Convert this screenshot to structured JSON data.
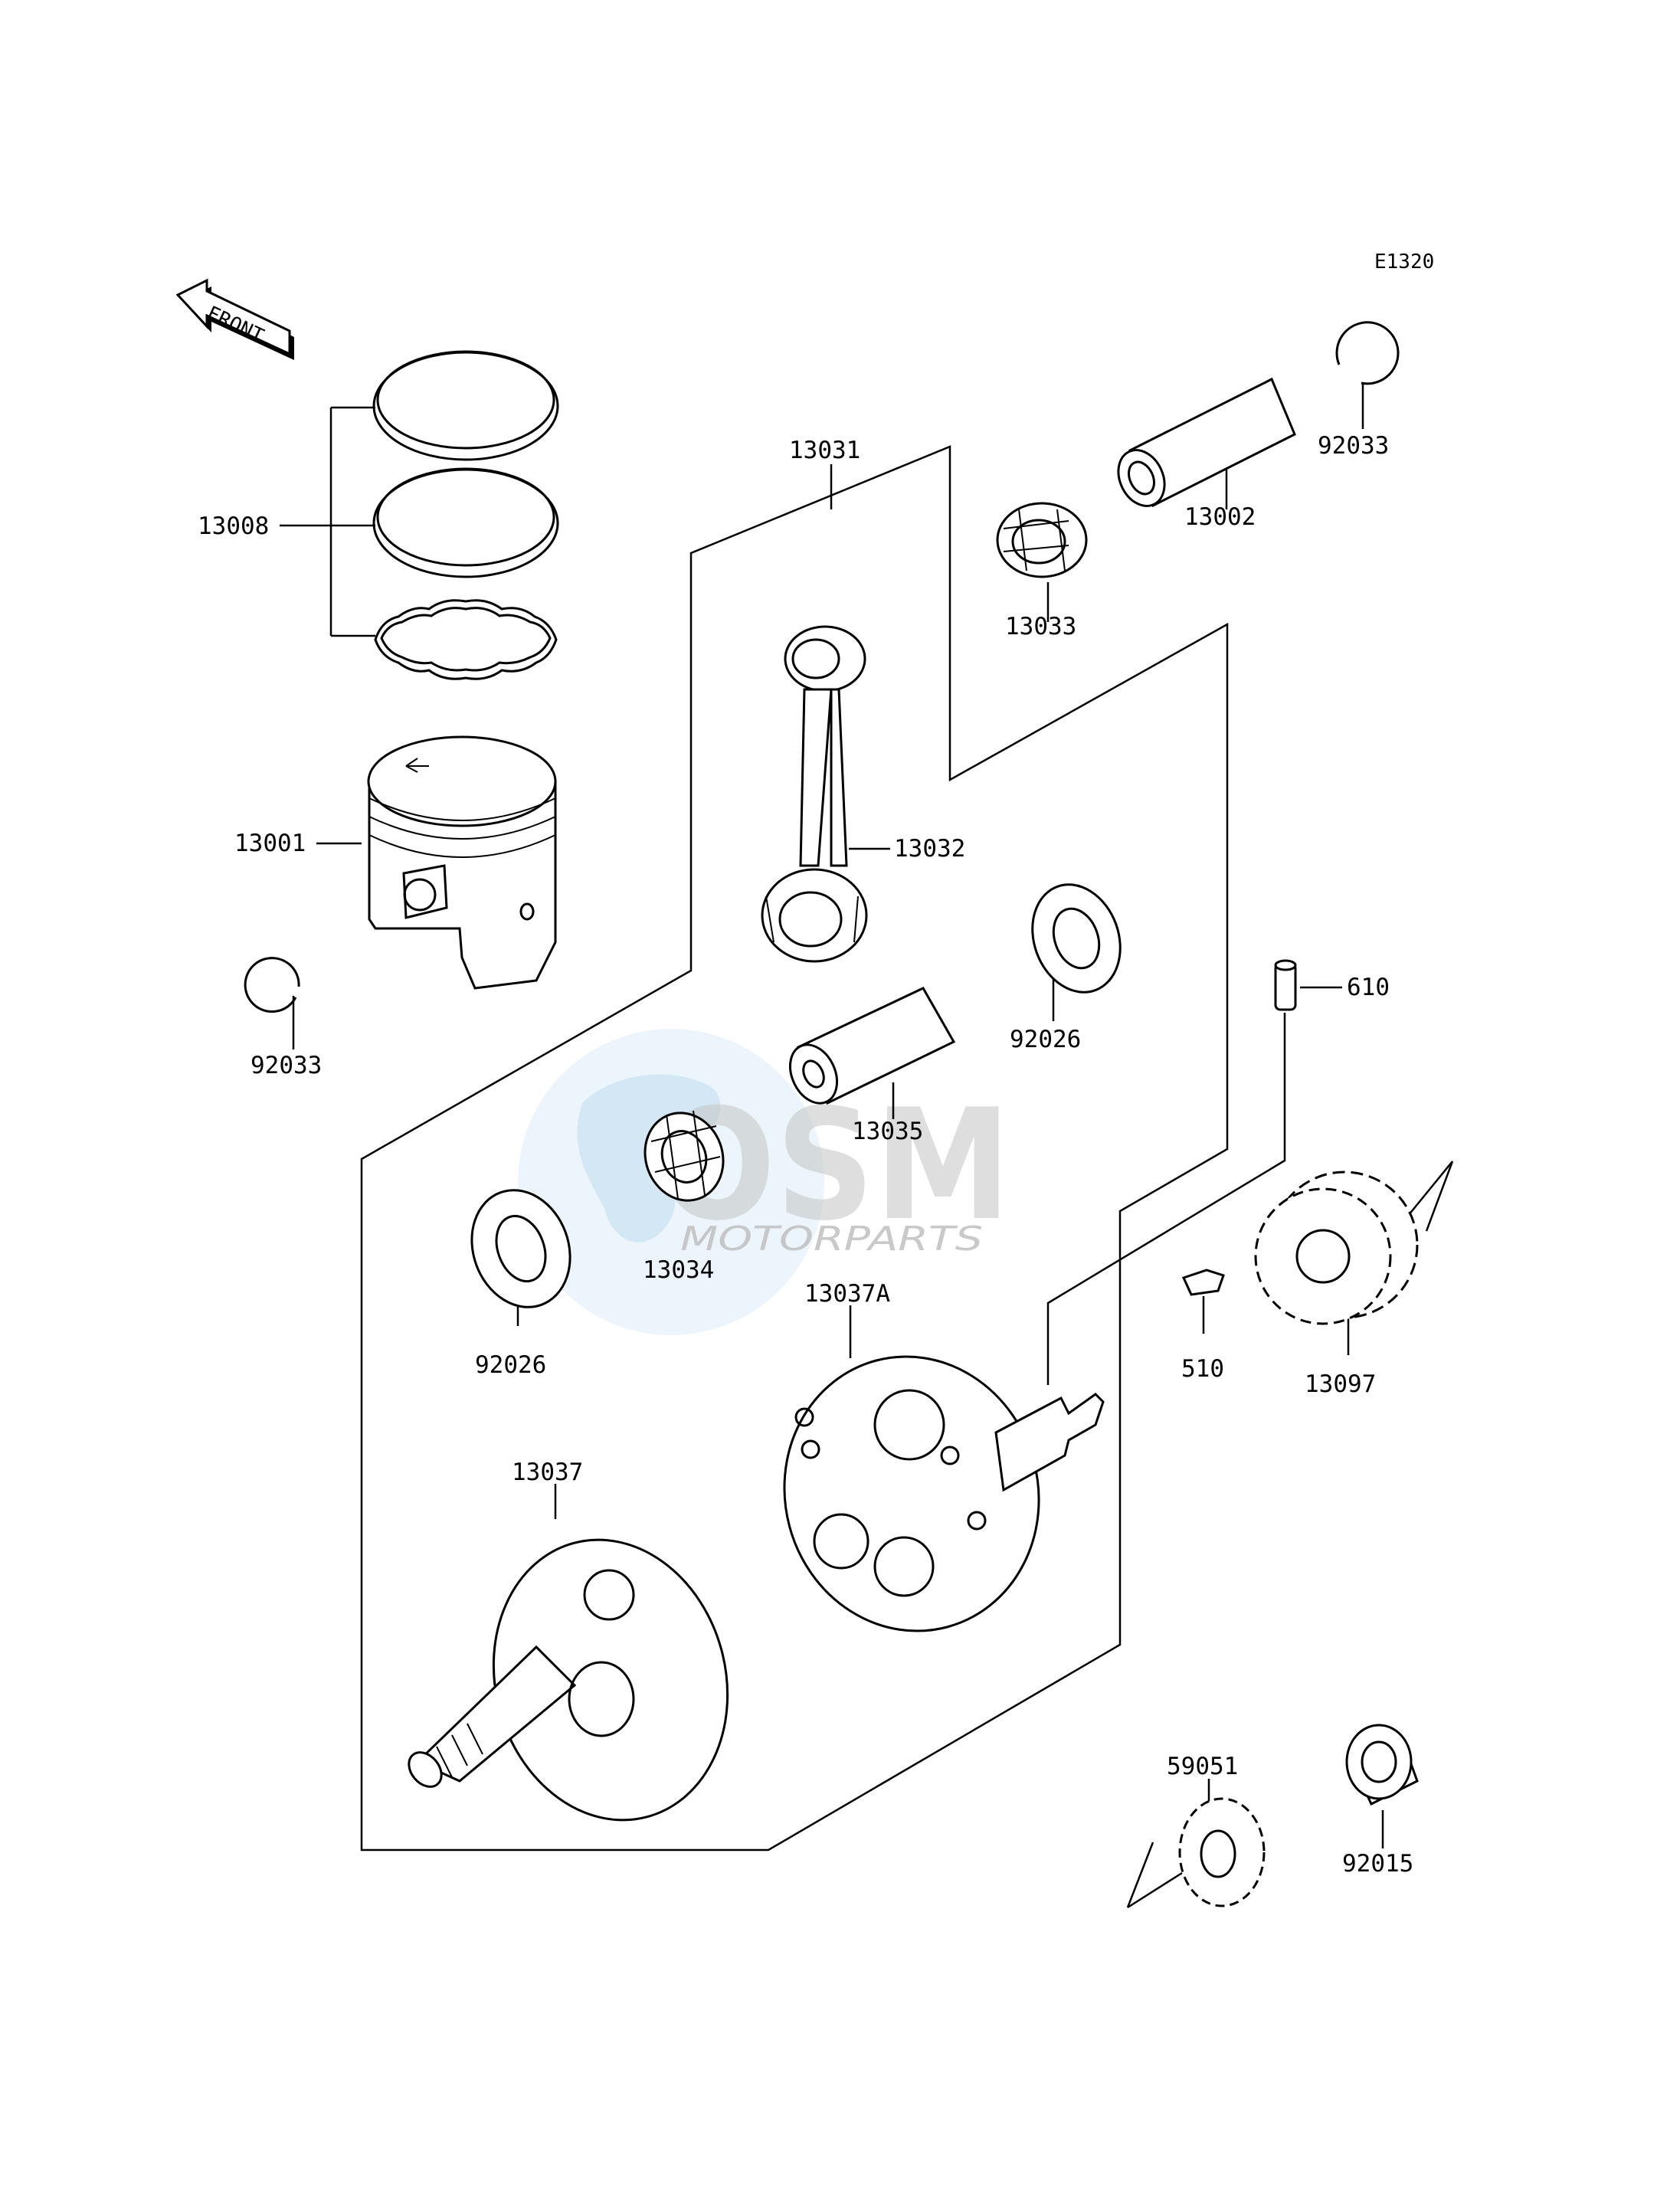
{
  "diagram_code": "E1320",
  "front_label": "FRONT",
  "watermark": {
    "brand": "OSM",
    "subtitle": "MOTORPARTS"
  },
  "parts": [
    {
      "key": "p92033_top",
      "number": "92033"
    },
    {
      "key": "p13002",
      "number": "13002"
    },
    {
      "key": "p13033",
      "number": "13033"
    },
    {
      "key": "p13031",
      "number": "13031"
    },
    {
      "key": "p13008",
      "number": "13008"
    },
    {
      "key": "p13032",
      "number": "13032"
    },
    {
      "key": "p13001",
      "number": "13001"
    },
    {
      "key": "p92026_right",
      "number": "92026"
    },
    {
      "key": "p610",
      "number": "610"
    },
    {
      "key": "p92033_left",
      "number": "92033"
    },
    {
      "key": "p13035",
      "number": "13035"
    },
    {
      "key": "p13034",
      "number": "13034"
    },
    {
      "key": "p13037A",
      "number": "13037A"
    },
    {
      "key": "p92026_left",
      "number": "92026"
    },
    {
      "key": "p510",
      "number": "510"
    },
    {
      "key": "p13097",
      "number": "13097"
    },
    {
      "key": "p13037",
      "number": "13037"
    },
    {
      "key": "p59051",
      "number": "59051"
    },
    {
      "key": "p92015",
      "number": "92015"
    }
  ]
}
